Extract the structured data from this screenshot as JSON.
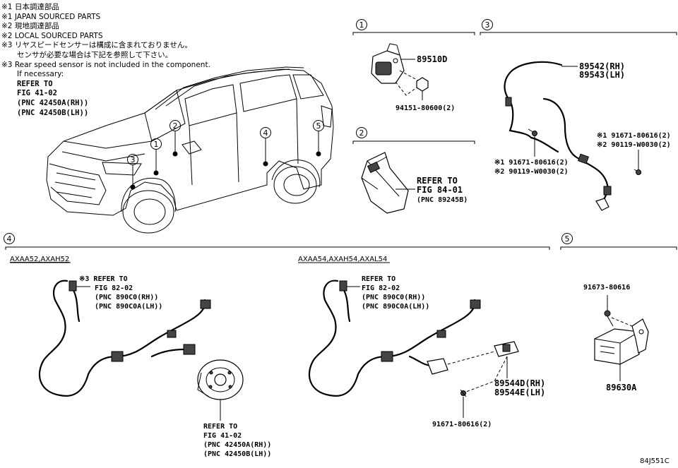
{
  "notes": {
    "n1_jp": "※1 日本調達部品",
    "n1_en": "※1 JAPAN SOURCED PARTS",
    "n2_jp": "※2 現地調達部品",
    "n2_en": "※2 LOCAL SOURCED PARTS",
    "n3_jp_a": "※3 リヤスピードセンサーは構成に含まれておりません。",
    "n3_jp_b": "センサが必要な場合は下記を参照して下さい。",
    "n3_en": "※3 Rear speed sensor is not included in the component.",
    "n3_if": "If necessary:",
    "n3_ref": "REFER TO",
    "n3_fig": "FIG 41-02",
    "n3_pnc_a": "(PNC 42450A(RH))",
    "n3_pnc_b": "(PNC 42450B(LH))"
  },
  "callouts": {
    "c1": "1",
    "c2": "2",
    "c3": "3",
    "c4": "4",
    "c5": "5"
  },
  "section1": {
    "part_a": "89510D",
    "part_b": "94151-80600(2)"
  },
  "section2": {
    "ref": "REFER TO",
    "fig": "FIG 84-01",
    "pnc": "(PNC 89245B)"
  },
  "section3": {
    "part_rh": "89542(RH)",
    "part_lh": "89543(LH)",
    "bolt_a1": "※1 91671-80616(2)",
    "bolt_a2": "※2 90119-W0030(2)",
    "bolt_b1": "※1 91671-80616(2)",
    "bolt_b2": "※2 90119-W0030(2)"
  },
  "section4": {
    "variant_left": "AXAA52,AXAH52",
    "variant_right": "AXAA54,AXAH54,AXAL54",
    "left_ref": "※3 REFER TO",
    "left_fig": "FIG 82-02",
    "left_pnc_a": "(PNC 890C0(RH))",
    "left_pnc_b": "(PNC 890C0A(LH))",
    "hub_ref": "REFER TO",
    "hub_fig": "FIG 41-02",
    "hub_pnc_a": "(PNC 42450A(RH))",
    "hub_pnc_b": "(PNC 42450B(LH))",
    "right_ref": "REFER TO",
    "right_fig": "FIG 82-02",
    "right_pnc_a": "(PNC 890C0(RH))",
    "right_pnc_b": "(PNC 890C0A(LH))",
    "part_rh": "89544D(RH)",
    "part_lh": "89544E(LH)",
    "bolt": "91671-80616(2)"
  },
  "section5": {
    "bolt": "91673-80616",
    "part": "89630A"
  },
  "diagram_code": "84J551C"
}
